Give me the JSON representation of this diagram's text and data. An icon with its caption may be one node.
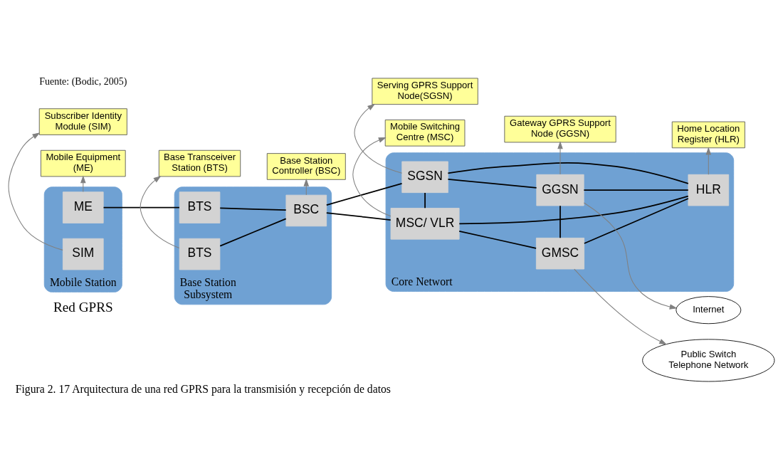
{
  "diagram": {
    "title": "Red GPRS",
    "caption": "Figura 2. 17 Arquitectura de una red GPRS para la transmisión y recepción de datos",
    "nodes": [
      {
        "text": [
          "Mobile Station"
        ]
      },
      {
        "text": [
          "ME"
        ],
        "in": 0
      },
      {
        "text": [
          "SIM"
        ],
        "in": 0
      },
      {
        "text": [
          "Base Station Subsystem"
        ]
      },
      {
        "text": [
          "BTS"
        ],
        "in": 3
      },
      {
        "text": [
          "BTS"
        ],
        "in": 3
      },
      {
        "text": [
          "BSC"
        ],
        "in": 3
      },
      {
        "text": [
          "Core Networt"
        ]
      },
      {
        "text": [
          "MSC/ VLR"
        ],
        "in": 7
      },
      {
        "text": [
          "GMSC"
        ],
        "in": 7
      },
      {
        "text": [
          "HLR"
        ],
        "in": 7
      },
      {
        "text": [
          "SGSN"
        ],
        "in": 7
      },
      {
        "text": [
          "GGSN"
        ],
        "in": 7
      },
      {
        "text": [
          "Mobile Equipment (ME)"
        ]
      },
      {
        "text": [
          "Base Station Controller (BSC)"
        ]
      },
      {
        "text": [
          "Mobile Switching Centre (MSC)"
        ]
      },
      {
        "text": [
          "Public Switch Telephone Network"
        ]
      },
      {
        "text": [
          "Home Location Register (HLR)"
        ]
      },
      {
        "text": [
          "Subscriber Identity Module (SIM)"
        ]
      },
      {
        "text": [
          "Base Transceiver Station (BTS)"
        ]
      },
      {
        "text": [
          "Serving GPRS Support Node(SGSN)"
        ]
      },
      {
        "text": [
          "Internet"
        ]
      },
      {
        "text": [
          "Gateway GPRS Support Node (GGSN)"
        ]
      }
    ],
    "edges": [
      {
        "from": 1,
        "to": 4,
        "arrow": "none"
      },
      {
        "from": 4,
        "to": 6,
        "arrow": "none"
      },
      {
        "from": 5,
        "to": 6,
        "arrow": "none"
      },
      {
        "from": 6,
        "to": 8,
        "arrow": "none"
      },
      {
        "from": 6,
        "to": 11,
        "arrow": "none"
      },
      {
        "from": 8,
        "to": 9,
        "arrow": "none"
      },
      {
        "from": 8,
        "to": 11,
        "arrow": "none"
      },
      {
        "from": 8,
        "to": 10,
        "arrow": "none"
      },
      {
        "from": 9,
        "to": 10,
        "arrow": "none"
      },
      {
        "from": 9,
        "to": 12,
        "arrow": "none"
      },
      {
        "from": 10,
        "to": 11,
        "arrow": "none"
      },
      {
        "from": 10,
        "to": 12,
        "arrow": "none"
      },
      {
        "from": 11,
        "to": 12,
        "arrow": "none"
      },
      {
        "from": 1,
        "to": 13,
        "arrow": "to",
        "color": "#808080"
      },
      {
        "from": 6,
        "to": 14,
        "arrow": "to",
        "color": "#808080"
      },
      {
        "from": 8,
        "to": 15,
        "arrow": "to",
        "color": "#808080"
      },
      {
        "from": 9,
        "to": 16,
        "arrow": "to",
        "color": "#808080"
      },
      {
        "from": 10,
        "to": 17,
        "arrow": "to",
        "color": "#808080"
      },
      {
        "from": 2,
        "to": 18,
        "arrow": "to",
        "color": "#808080"
      },
      {
        "from": 5,
        "to": 19,
        "arrow": "to",
        "color": "#808080"
      },
      {
        "from": 11,
        "to": 20,
        "arrow": "to",
        "color": "#808080"
      },
      {
        "from": 12,
        "to": 21,
        "arrow": "to",
        "color": "#808080"
      },
      {
        "from": 12,
        "to": 22,
        "arrow": "to",
        "color": "#808080"
      }
    ],
    "labels": [
      "Fuente: (Bodic, 2005)"
    ]
  }
}
